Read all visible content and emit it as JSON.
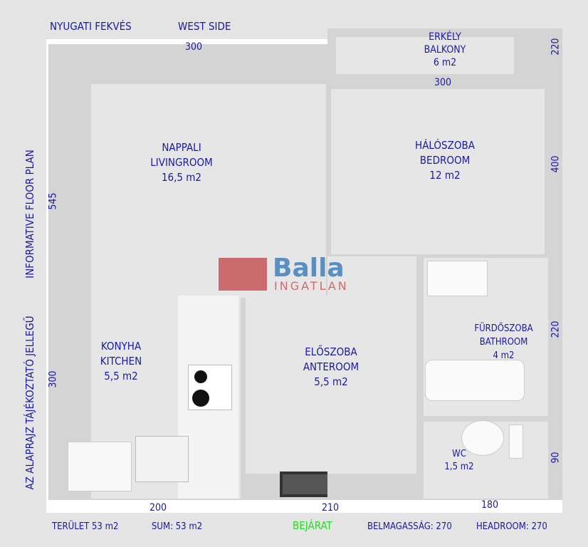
{
  "header": {
    "orientation_hu": "NYUGATI FEKVÉS",
    "orientation_en": "WEST SIDE"
  },
  "side_labels": {
    "informative": "INFORMATIVE FLOOR PLAN",
    "informative_hu": "AZ ALAPRAJZ TÁJÉKOZTATÓ JELLEGŰ"
  },
  "dimensions": {
    "top_living": "300",
    "top_bedroom": "300",
    "left_upper": "545",
    "left_lower": "300",
    "right_balcony": "220",
    "right_bedroom": "400",
    "right_bathroom": "220",
    "right_wc": "90",
    "bottom_kitchen": "200",
    "bottom_anteroom": "210",
    "bottom_wc": "180"
  },
  "rooms": [
    {
      "hu": "ERKÉLY",
      "en": "BALKONY",
      "area": "6 m2"
    },
    {
      "hu": "NAPPALI",
      "en": "LIVINGROOM",
      "area": "16,5 m2"
    },
    {
      "hu": "HÁLÓSZOBA",
      "en": "BEDROOM",
      "area": "12 m2"
    },
    {
      "hu": "KONYHA",
      "en": "KITCHEN",
      "area": "5,5 m2"
    },
    {
      "hu": "ELŐSZOBA",
      "en": "ANTEROOM",
      "area": "5,5 m2"
    },
    {
      "hu": "FÜRDŐSZOBA",
      "en": "BATHROOM",
      "area": "4 m2"
    },
    {
      "hu": "WC",
      "en": "",
      "area": "1,5 m2"
    }
  ],
  "footer": {
    "area": "TERÜLET 53 m2",
    "sum": "SUM: 53 m2",
    "entrance": "BEJÁRAT",
    "height_hu": "BELMAGASSÁG: 270",
    "height_en": "HEADROOM:  270"
  },
  "logo": {
    "name": "Balla",
    "sub": "INGATLAN"
  },
  "colors": {
    "text": "#1a1aa0",
    "entrance": "#22dd22",
    "logo_red": "#cc6b6e",
    "logo_blue": "#5a8fc2"
  }
}
